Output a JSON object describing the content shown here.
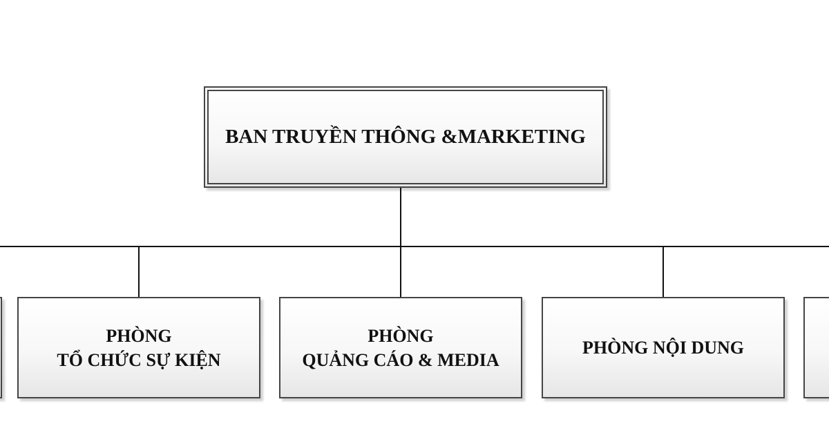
{
  "diagram": {
    "root": {
      "label": "BAN TRUYỀN THÔNG &MARKETING"
    },
    "children": [
      {
        "line1": "PHÒNG",
        "line2": "TỔ CHỨC SỰ KIỆN"
      },
      {
        "line1": "PHÒNG",
        "line2": "QUẢNG CÁO & MEDIA"
      },
      {
        "line1": "PHÒNG NỘI DUNG",
        "line2": ""
      }
    ]
  }
}
